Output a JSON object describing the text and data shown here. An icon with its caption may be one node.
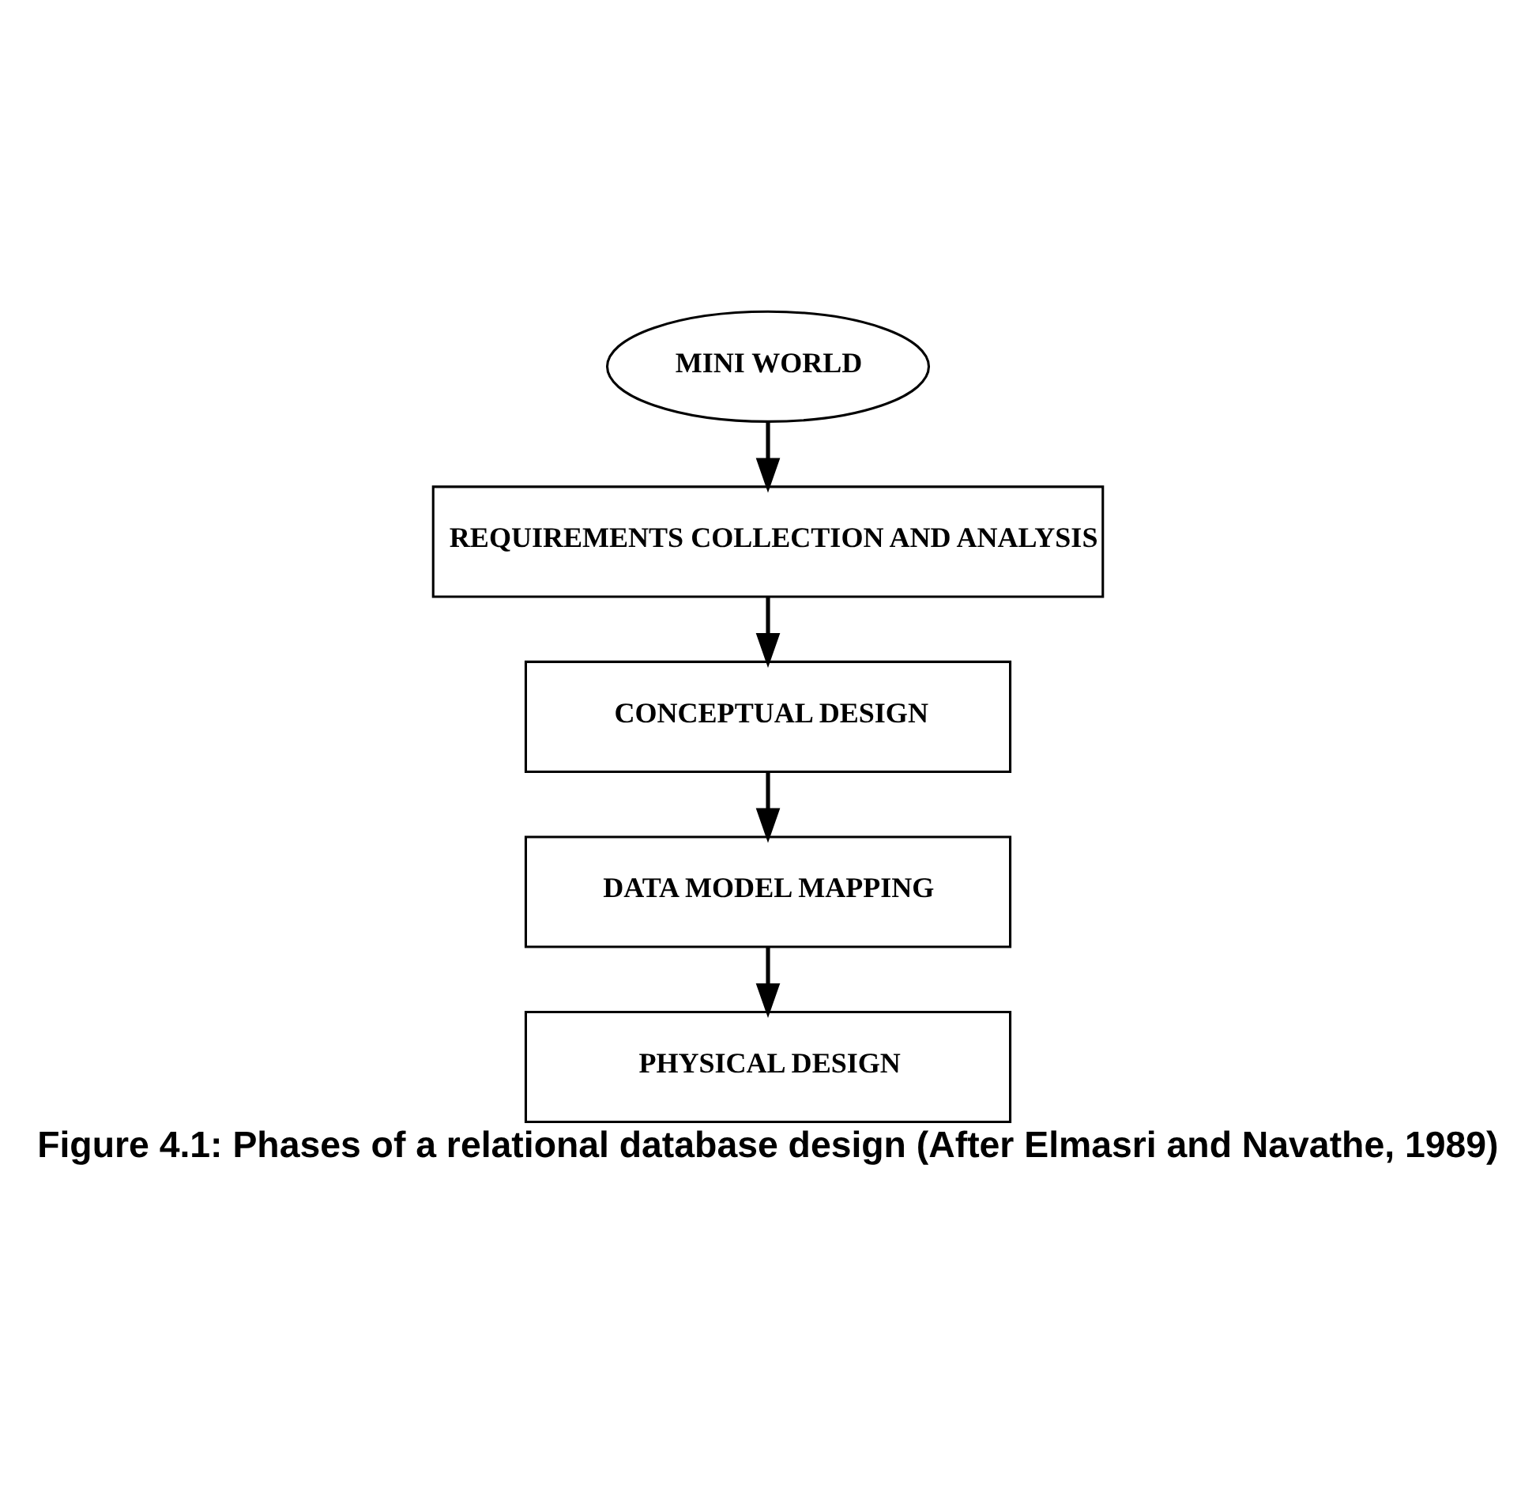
{
  "diagram": {
    "caption": "Figure 4.1: Phases of a relational database design (After Elmasri and Navathe, 1989)",
    "nodes": [
      {
        "text": [
          "MINI WORLD"
        ]
      },
      {
        "text": [
          "REQUIREMENTS COLLECTION AND ANALYSIS"
        ]
      },
      {
        "text": [
          "CONCEPTUAL DESIGN"
        ]
      },
      {
        "text": [
          "DATA MODEL MAPPING"
        ]
      },
      {
        "text": [
          "PHYSICAL DESIGN"
        ]
      }
    ],
    "edges": [
      {
        "from": 0,
        "to": 1,
        "arrow": "to"
      },
      {
        "from": 1,
        "to": 2,
        "arrow": "to"
      },
      {
        "from": 2,
        "to": 3,
        "arrow": "to"
      },
      {
        "from": 3,
        "to": 4,
        "arrow": "to"
      }
    ]
  }
}
